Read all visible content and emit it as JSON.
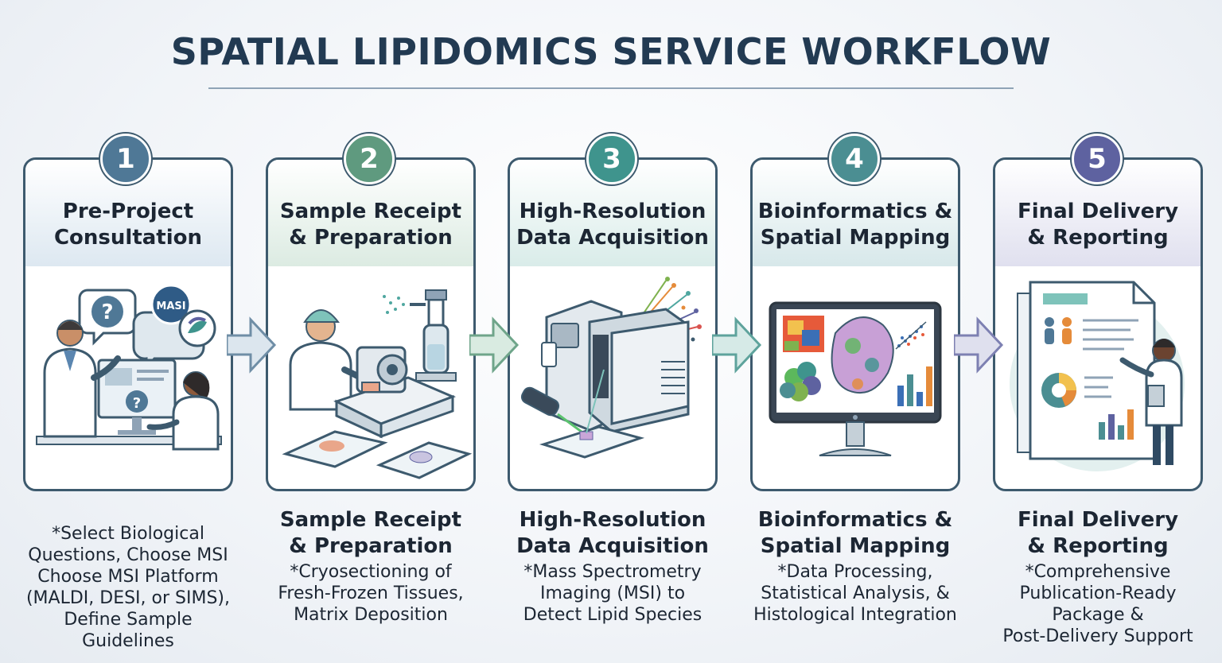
{
  "title": "SPATIAL LIPIDOMICS SERVICE WORKFLOW",
  "colors": {
    "step1": "#4f7896",
    "step2": "#5f9a7f",
    "step3": "#3f948d",
    "step4": "#4b8e92",
    "step5": "#5e62a0",
    "border": "#3d5a6e"
  },
  "steps": [
    {
      "number": "1",
      "card_title": "Pre-Project\nConsultation",
      "desc_title": "",
      "desc": "*Select Biological\nQuestions, Choose MSI\nChoose MSI Platform\n(MALDI, DESI, or SIMS),\nDefine Sample\nGuidelines",
      "icon": "consultation-illustration",
      "badge_text": "MASI"
    },
    {
      "number": "2",
      "card_title": "Sample Receipt\n& Preparation",
      "desc_title": "Sample Receipt\n& Preparation",
      "desc": "*Cryosectioning of\nFresh-Frozen Tissues,\nMatrix Deposition",
      "icon": "cryostat-illustration"
    },
    {
      "number": "3",
      "card_title": "High-Resolution\nData Acquisition",
      "desc_title": "High-Resolution\nData Acquisition",
      "desc": "*Mass Spectrometry\nImaging (MSI) to\nDetect Lipid Species",
      "icon": "mass-spectrometer-illustration"
    },
    {
      "number": "4",
      "card_title": "Bioinformatics &\nSpatial Mapping",
      "desc_title": "Bioinformatics &\nSpatial Mapping",
      "desc": "*Data Processing,\nStatistical Analysis, &\nHistological Integration",
      "icon": "analytics-monitor-illustration"
    },
    {
      "number": "5",
      "card_title": "Final Delivery\n& Reporting",
      "desc_title": "Final Delivery\n& Reporting",
      "desc": "*Comprehensive\nPublication-Ready\nPackage &\nPost-Delivery Support",
      "icon": "report-presentation-illustration"
    }
  ]
}
